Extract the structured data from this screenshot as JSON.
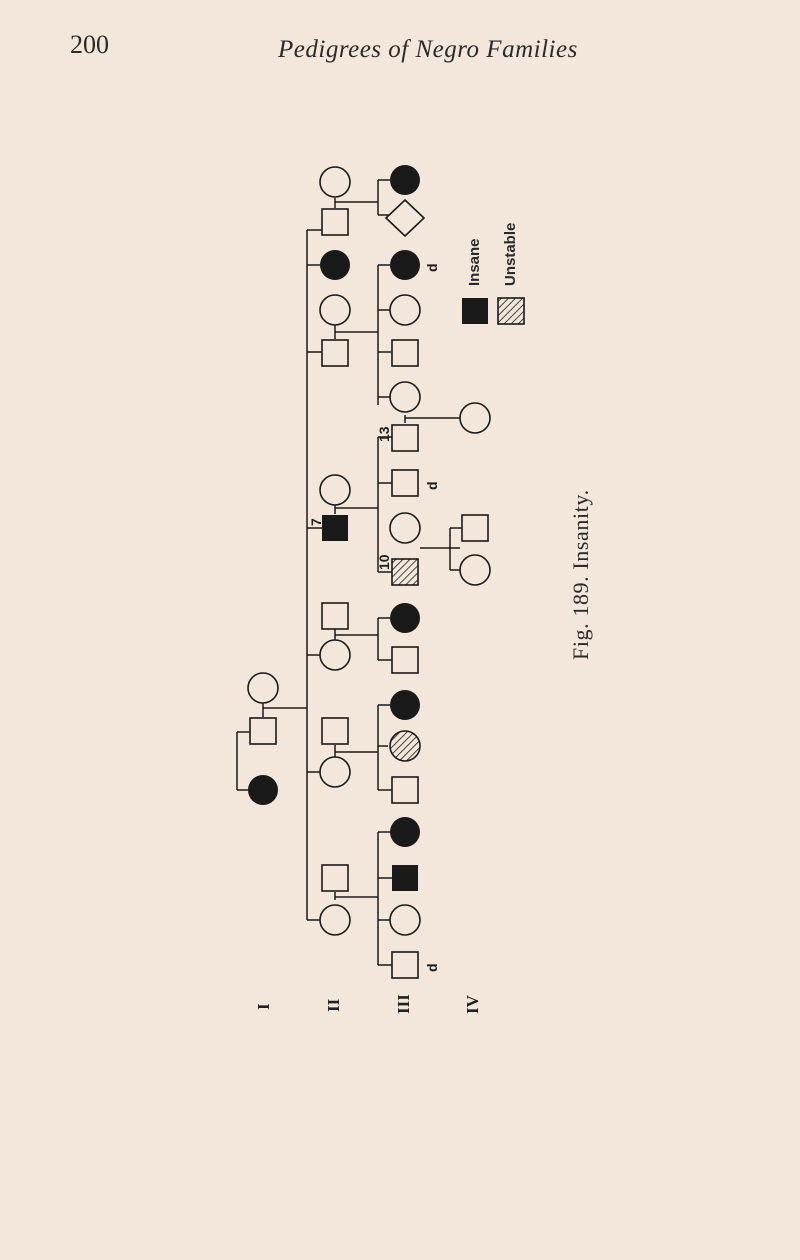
{
  "page": {
    "number": "200",
    "running_head": "Pedigrees of Negro Families",
    "caption": "Fig. 189. Insanity."
  },
  "legend": {
    "insane": "Insane",
    "unstable": "Unstable"
  },
  "generations": [
    "I",
    "II",
    "III",
    "IV"
  ],
  "tags": {
    "d": "d",
    "n7": "7",
    "n10": "10",
    "n13": "13"
  },
  "colors": {
    "ink": "#1a1a1a",
    "paper": "#f2e7da"
  }
}
